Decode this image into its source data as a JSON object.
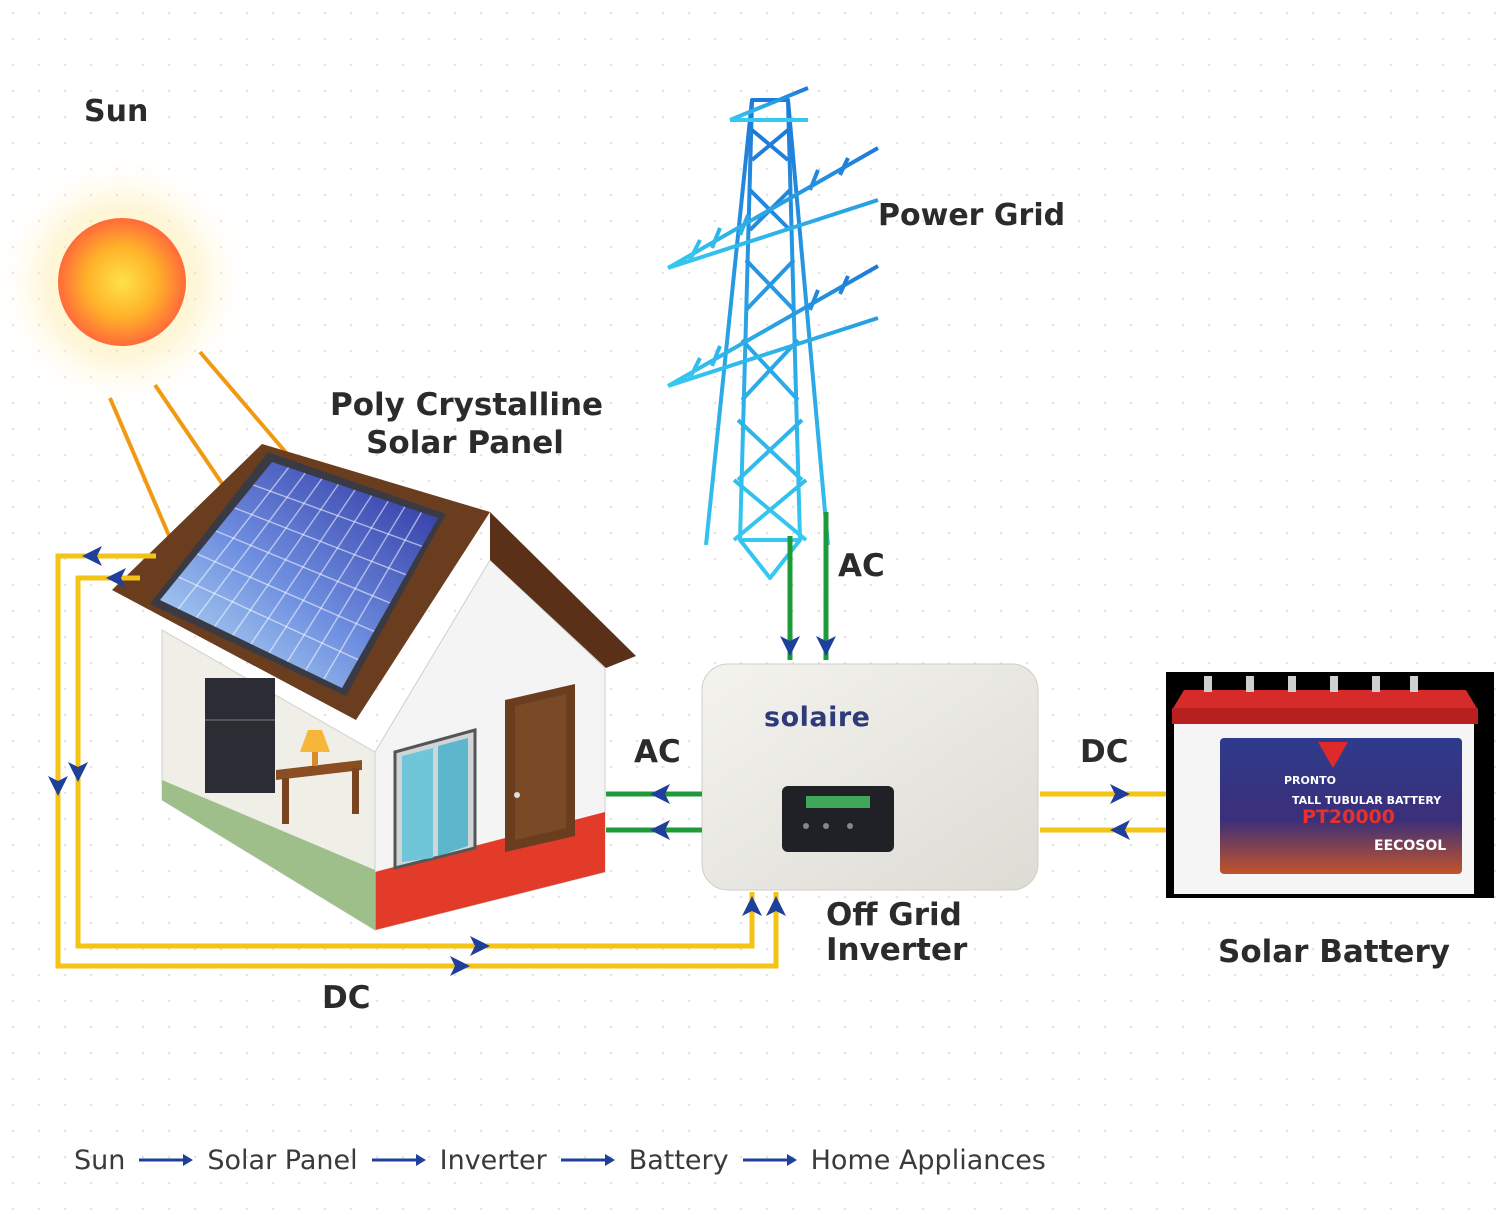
{
  "labels": {
    "sun": "Sun",
    "power_grid": "Power Grid",
    "solar_panel_line1": "Poly Crystalline",
    "solar_panel_line2": "Solar Panel",
    "ac_grid": "AC",
    "ac_home": "AC",
    "dc_battery": "DC",
    "dc_panel": "DC",
    "inverter_line1": "Off Grid",
    "inverter_line2": "Inverter",
    "solar_battery": "Solar Battery"
  },
  "inverter_brand": "solaire",
  "battery": {
    "brand": "PRONTO",
    "title": "TALL TUBULAR BATTERY",
    "model": "PT20000",
    "maker": "EECOSOL"
  },
  "flow": [
    "Sun",
    "Solar Panel",
    "Inverter",
    "Battery",
    "Home Appliances"
  ],
  "colors": {
    "dc_wire": "#f3c316",
    "ac_wire": "#1d9a3a",
    "arrow": "#1f3f9a",
    "sun_ray": "#f09a14",
    "roof": "#6b3d1f",
    "tower": "#2aa6e6",
    "battery_top": "#d62b2b"
  }
}
